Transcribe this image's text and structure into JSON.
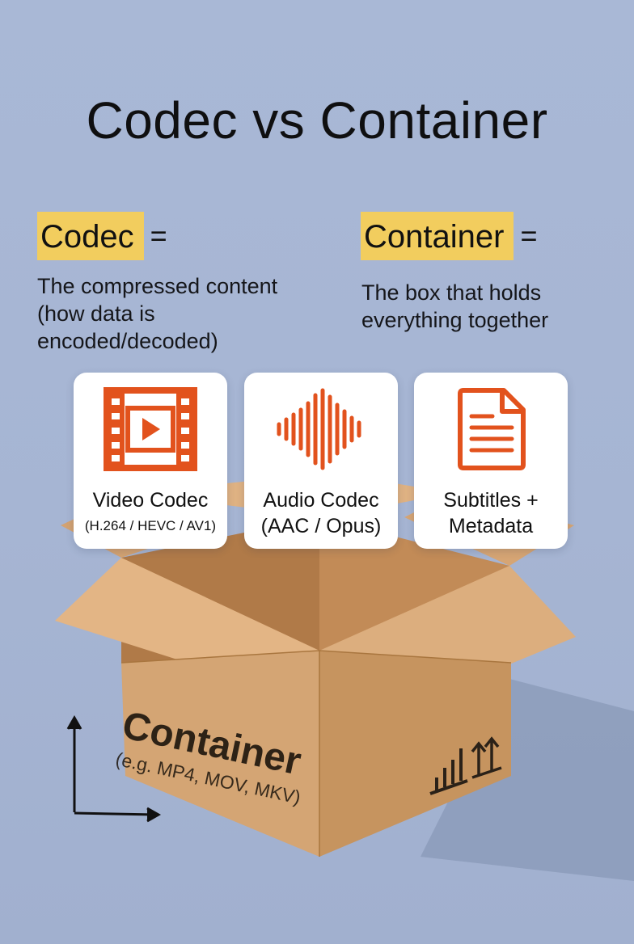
{
  "title": "Codec vs Container",
  "codec": {
    "term": "Codec",
    "equals": "=",
    "description": [
      "The compressed content",
      "(how data is",
      "encoded/decoded)"
    ]
  },
  "container": {
    "term": "Container",
    "equals": "=",
    "description": [
      "The box that holds",
      "everything together"
    ]
  },
  "cards": [
    {
      "icon": "film-play-icon",
      "label": "Video Codec",
      "sub": "(H.264 / HEVC / AV1)"
    },
    {
      "icon": "audio-waveform-icon",
      "label": "Audio Codec",
      "sub": "(AAC / Opus)"
    },
    {
      "icon": "document-icon",
      "label": "Subtitles +",
      "sub": "Metadata"
    }
  ],
  "box": {
    "label": "Container",
    "sublabel": "(e.g. MP4, MOV, MKV)"
  },
  "colors": {
    "background": "#a9b8d6",
    "highlight": "#f2cd5e",
    "icon_orange": "#e2521d",
    "cardboard": "#d8a877"
  }
}
